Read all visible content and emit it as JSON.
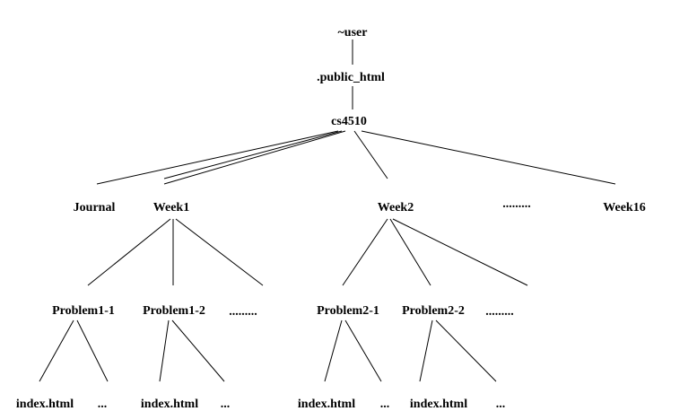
{
  "tree": {
    "root": "~user",
    "public_html": ".public_html",
    "course": "cs4510",
    "level1": {
      "journal": "Journal",
      "week1": "Week1",
      "week2": "Week2",
      "ellipsis": ".........",
      "week16": "Week16"
    },
    "week1_children": {
      "problem1_1": "Problem1-1",
      "problem1_2": "Problem1-2",
      "ellipsis": "........."
    },
    "week2_children": {
      "problem2_1": "Problem2-1",
      "problem2_2": "Problem2-2",
      "ellipsis": "........."
    },
    "files": {
      "p1_1_file": "index.html",
      "p1_1_more": "...",
      "p1_2_file": "index.html",
      "p1_2_more": "...",
      "p2_1_file": "index.html",
      "p2_1_more": "...",
      "p2_2_file": "index.html",
      "p2_2_more": "..."
    }
  }
}
